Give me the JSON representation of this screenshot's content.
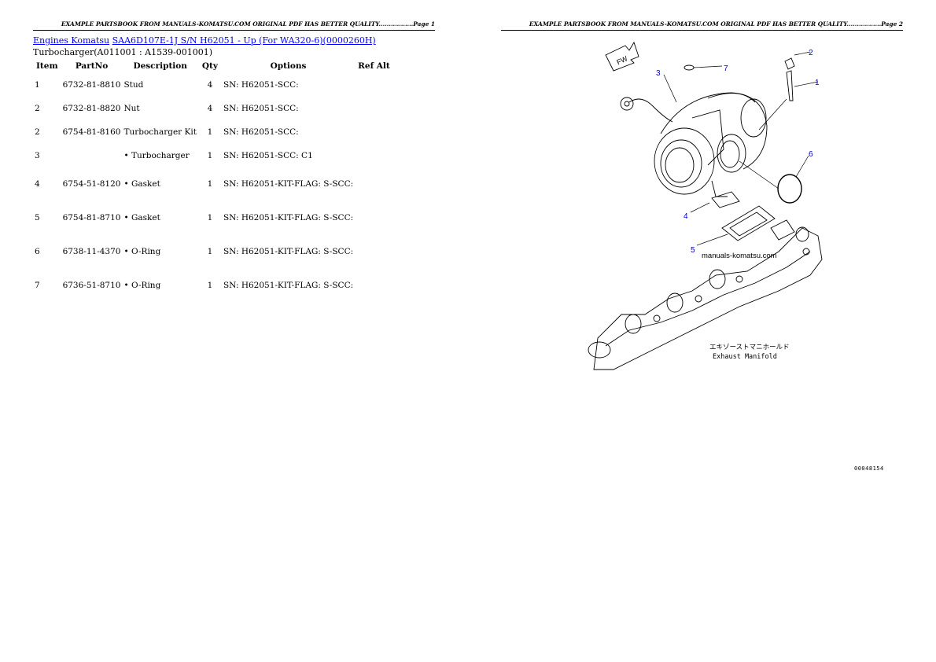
{
  "pages": [
    {
      "header": "EXAMPLE PARTSBOOK FROM MANUALS-KOMATSU.COM ORIGINAL PDF HAS BETTER QUALITY.................Page 1"
    },
    {
      "header": "EXAMPLE PARTSBOOK FROM MANUALS-KOMATSU.COM ORIGINAL PDF HAS BETTER QUALITY.................Page 2"
    }
  ],
  "breadcrumb": {
    "link1": "Engines Komatsu",
    "link2": "SAA6D107E-1J S/N H62051 - Up (For WA320-6)(0000260H)"
  },
  "section_title": "Turbocharger(A011001 : A1539-001001)",
  "table": {
    "headers": [
      "Item",
      "PartNo",
      "Description",
      "Qty",
      "Options",
      "Ref Alt"
    ],
    "rows": [
      {
        "item": "1",
        "part": "6732-81-8810",
        "desc": "Stud",
        "qty": "4",
        "opt": "SN: H62051-SCC:",
        "ref": ""
      },
      {
        "item": "2",
        "part": "6732-81-8820",
        "desc": "Nut",
        "qty": "4",
        "opt": "SN: H62051-SCC:",
        "ref": ""
      },
      {
        "item": "2",
        "part": "6754-81-8160",
        "desc": "Turbocharger Kit",
        "qty": "1",
        "opt": "SN: H62051-SCC:",
        "ref": ""
      },
      {
        "item": "3",
        "part": "",
        "desc": "• Turbocharger",
        "qty": "1",
        "opt": "SN: H62051-SCC: C1",
        "ref": ""
      },
      {
        "item": "4",
        "part": "6754-51-8120",
        "desc": "• Gasket",
        "qty": "1",
        "opt": "SN: H62051-KIT-FLAG: S-SCC:",
        "ref": ""
      },
      {
        "item": "5",
        "part": "6754-81-8710",
        "desc": "• Gasket",
        "qty": "1",
        "opt": "SN: H62051-KIT-FLAG: S-SCC:",
        "ref": ""
      },
      {
        "item": "6",
        "part": "6738-11-4370",
        "desc": "• O-Ring",
        "qty": "1",
        "opt": "SN: H62051-KIT-FLAG: S-SCC:",
        "ref": ""
      },
      {
        "item": "7",
        "part": "6736-51-8710",
        "desc": "• O-Ring",
        "qty": "1",
        "opt": "SN: H62051-KIT-FLAG: S-SCC:",
        "ref": ""
      }
    ]
  },
  "diagram": {
    "fw_label": "FW",
    "callouts": [
      "1",
      "2",
      "3",
      "4",
      "5",
      "6",
      "7"
    ],
    "watermark": "manuals-komatsu.com",
    "caption_jp": "エキゾーストマニホールド",
    "caption_en": "Exhaust Manifold",
    "figure_number": "00048154",
    "callout_color": "#0000cc"
  }
}
